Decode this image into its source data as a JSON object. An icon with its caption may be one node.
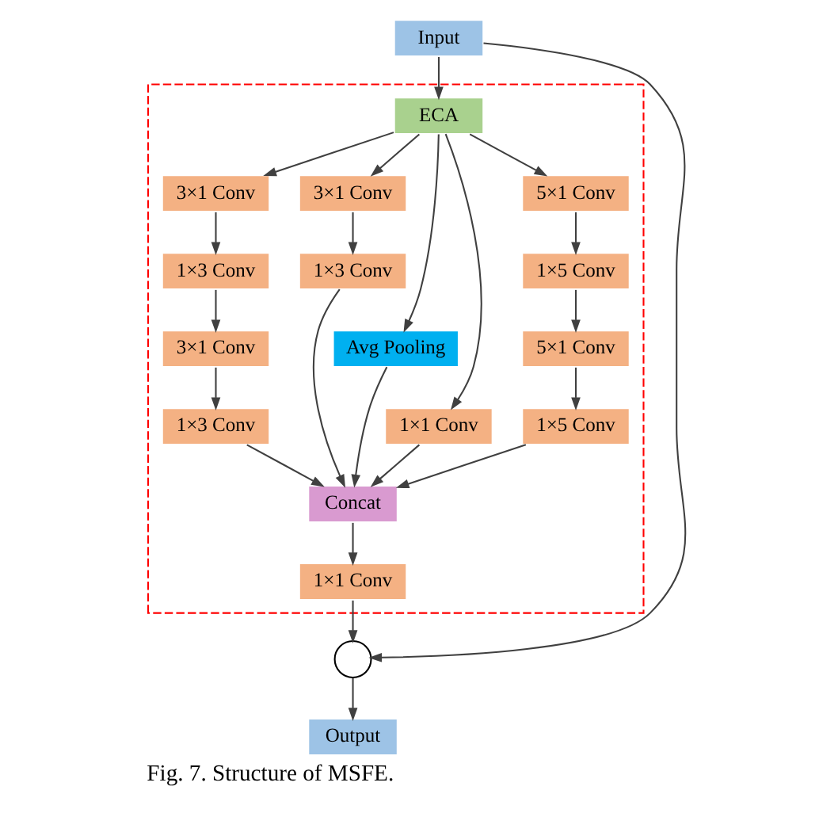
{
  "diagram": {
    "caption": "Fig. 7. Structure of MSFE.",
    "nodes": [
      {
        "text": [
          "Input"
        ]
      },
      {
        "text": [],
        "shape": "box"
      },
      {
        "text": [
          "ECA"
        ],
        "in": 1
      },
      {
        "text": [
          "3×1 Conv"
        ],
        "in": 1
      },
      {
        "text": [
          "3×1 Conv"
        ],
        "in": 1
      },
      {
        "text": [
          "Avg Pooling"
        ],
        "in": 1
      },
      {
        "text": [
          "1×1 Conv"
        ],
        "in": 1
      },
      {
        "text": [
          "5×1 Conv"
        ],
        "in": 1
      },
      {
        "text": [
          "1×3 Conv"
        ],
        "in": 1
      },
      {
        "text": [
          "1×3 Conv"
        ],
        "in": 1
      },
      {
        "text": [
          "1×5 Conv"
        ],
        "in": 1
      },
      {
        "text": [
          "3×1 Conv"
        ],
        "in": 1
      },
      {
        "text": [
          "5×1 Conv"
        ],
        "in": 1
      },
      {
        "text": [
          "1×3 Conv"
        ],
        "in": 1
      },
      {
        "text": [
          "1×5 Conv"
        ],
        "in": 1
      },
      {
        "text": [
          "Concat"
        ],
        "in": 1
      },
      {
        "text": [
          "1×1 Conv"
        ],
        "in": 1
      },
      {
        "text": [],
        "shape": "circle"
      },
      {
        "text": [
          "Output"
        ]
      }
    ],
    "edges": [
      {
        "from": 0,
        "to": 2,
        "arrow": "to"
      },
      {
        "from": 2,
        "to": 3,
        "arrow": "to"
      },
      {
        "from": 2,
        "to": 4,
        "arrow": "to"
      },
      {
        "from": 2,
        "to": 5,
        "arrow": "to"
      },
      {
        "from": 2,
        "to": 6,
        "arrow": "to"
      },
      {
        "from": 2,
        "to": 7,
        "arrow": "to"
      },
      {
        "from": 3,
        "to": 8,
        "arrow": "to"
      },
      {
        "from": 4,
        "to": 9,
        "arrow": "to"
      },
      {
        "from": 7,
        "to": 10,
        "arrow": "to"
      },
      {
        "from": 8,
        "to": 11,
        "arrow": "to"
      },
      {
        "from": 10,
        "to": 12,
        "arrow": "to"
      },
      {
        "from": 11,
        "to": 13,
        "arrow": "to"
      },
      {
        "from": 12,
        "to": 14,
        "arrow": "to"
      },
      {
        "from": 13,
        "to": 15,
        "arrow": "to"
      },
      {
        "from": 9,
        "to": 15,
        "arrow": "to"
      },
      {
        "from": 5,
        "to": 15,
        "arrow": "to"
      },
      {
        "from": 6,
        "to": 15,
        "arrow": "to"
      },
      {
        "from": 14,
        "to": 15,
        "arrow": "to"
      },
      {
        "from": 15,
        "to": 16,
        "arrow": "to"
      },
      {
        "from": 16,
        "to": 17,
        "arrow": "to"
      },
      {
        "from": 0,
        "to": 17,
        "arrow": "to"
      },
      {
        "from": 17,
        "to": 18,
        "arrow": "to"
      }
    ]
  }
}
